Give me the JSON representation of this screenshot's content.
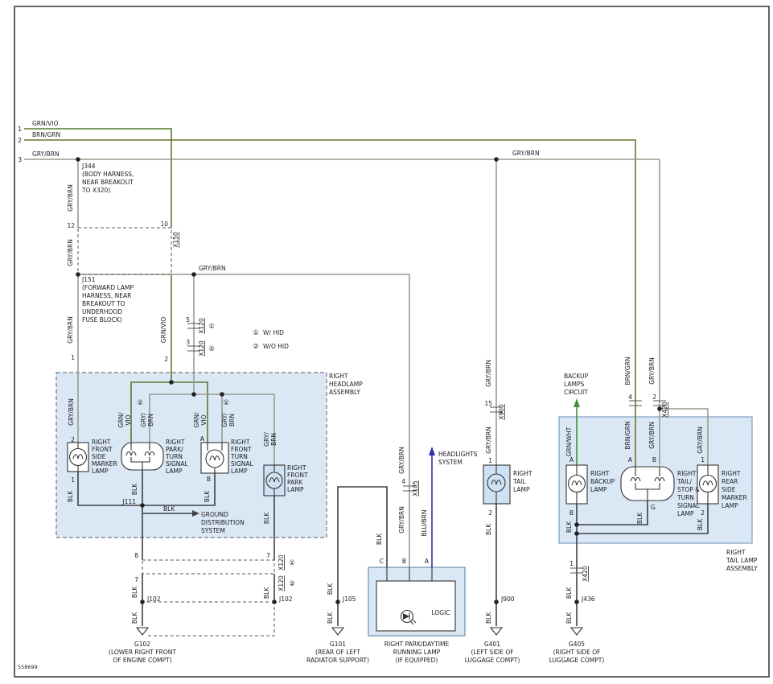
{
  "doc": {
    "number": "558699"
  },
  "colors": {
    "grn_vio": "#567d2e",
    "brn_grn": "#75712c",
    "gry_brn": "#9a9a8a",
    "grn_wht": "#44913c",
    "blu_brn": "#2f2fae",
    "blk": "#404040",
    "assembly_fill": "#dae8f6",
    "lamp_fill": "#cfe2f4"
  },
  "feeds": {
    "pin1": "1",
    "wire1": "GRN/VIO",
    "pin2": "2",
    "wire2": "BRN/GRN",
    "pin3": "3",
    "wire3": "GRY/BRN",
    "wire3_right": "GRY/BRN"
  },
  "j344": {
    "name": "J344",
    "desc": [
      "(BODY HARNESS,",
      "NEAR BREAKOUT",
      "TO X320)"
    ]
  },
  "left_drop": {
    "wire_upper": "GRY/BRN",
    "pin12": "12",
    "wire_mid": "GRY/BRN",
    "wire_lower": "GRY/BRN",
    "pin1": "1",
    "wire_box": "GRY/BRN",
    "pin2": "2"
  },
  "x150": {
    "pin10": "10",
    "name": "X150"
  },
  "j151": {
    "name": "J151",
    "desc": [
      "(FORWARD LAMP",
      "HARNESS, NEAR",
      "BREAKOUT TO",
      "UNDERHOOD",
      "FUSE BLOCK)"
    ]
  },
  "grn_drop": {
    "wire": "GRN/VIO",
    "pin2": "2"
  },
  "mid_bus": {
    "wire": "GRY/BRN"
  },
  "x120_top": {
    "pin5": "5",
    "name_a": "X120",
    "sym1": "①",
    "pin3": "3",
    "name_b": "X120",
    "sym2": "②"
  },
  "legend": {
    "sym1": "①",
    "label1": "W/ HID",
    "sym2": "②",
    "label2": "W/O HID"
  },
  "headlamp": {
    "title": [
      "RIGHT",
      "HEADLAMP",
      "ASSEMBLY"
    ],
    "marker": {
      "name": [
        "RIGHT",
        "FRONT",
        "SIDE",
        "MARKER",
        "LAMP"
      ],
      "pin_bot": "1",
      "blk": "BLK"
    },
    "parkturn": {
      "sym": "②",
      "feed_a": [
        "GRN/",
        "VIO"
      ],
      "feed_b": [
        "GRY/",
        "BRN"
      ],
      "name": [
        "RIGHT",
        "PARK/",
        "TURN",
        "SIGNAL",
        "LAMP"
      ],
      "blk": "BLK"
    },
    "turn": {
      "sym": "①",
      "feed_a": [
        "GRN/",
        "VIO"
      ],
      "pin_a": "A",
      "feed_b": [
        "GRY/",
        "BRN"
      ],
      "name": [
        "RIGHT",
        "FRONT",
        "TURN",
        "SIGNAL",
        "LAMP"
      ],
      "pin_b": "B",
      "blk": "BLK"
    },
    "park": {
      "feed": [
        "GRY/",
        "BRN"
      ],
      "name": [
        "RIGHT",
        "FRONT",
        "PARK",
        "LAMP"
      ],
      "blk": "BLK"
    },
    "j111": {
      "name": "J111",
      "blk": "BLK",
      "dest": [
        "GROUND",
        "DISTRIBUTION",
        "SYSTEM"
      ]
    }
  },
  "exit_left": {
    "pin8": "8",
    "pin7": "7",
    "blk1": "BLK",
    "j102": "J102",
    "blk2": "BLK",
    "g102": "G102",
    "desc": [
      "(LOWER RIGHT FRONT",
      "OF ENGINE COMPT)"
    ]
  },
  "exit_park": {
    "pin7": "7",
    "x120a": "X120",
    "sym1": "①",
    "x120b": "X120",
    "sym2": "②",
    "blk": "BLK",
    "j102": "J102"
  },
  "drl": {
    "feed": "GRY/BRN",
    "pin4": "4",
    "x105": "X105",
    "feed2": "GRY/BRN",
    "headlights": [
      "HEADLIGHTS",
      "SYSTEM"
    ],
    "blu": "BLU/BRN",
    "blk_c": "BLK",
    "pin_c": "C",
    "pin_b": "B",
    "pin_a": "A",
    "logic": "LOGIC",
    "name": [
      "RIGHT PARK/DAYTIME",
      "RUNNING LAMP",
      "(IF EQUIPPED)"
    ],
    "blk1": "BLK",
    "j105": "J105",
    "blk2": "BLK",
    "g101": "G101",
    "desc": [
      "(REAR OF LEFT",
      "RADIATOR SUPPORT)"
    ]
  },
  "tail": {
    "wire1": "GRY/BRN",
    "pin15": "15",
    "x900": "X900",
    "wire2": "GRY/BRN",
    "pin1": "1",
    "name": [
      "RIGHT",
      "TAIL",
      "LAMP"
    ],
    "pin2": "2",
    "blk1": "BLK",
    "j900": "J900",
    "blk2": "BLK",
    "g401": "G401",
    "desc": [
      "(LEFT SIDE OF",
      "LUGGAGE COMPT)"
    ]
  },
  "tail_asm": {
    "circuit": [
      "BACKUP",
      "LAMPS",
      "CIRCUIT"
    ],
    "grn_wht": "GRN/WHT",
    "pin_a_bu": "A",
    "brn_grn1": "BRN/GRN",
    "pin4": "4",
    "brn_grn2": "BRN/GRN",
    "pin_a": "A",
    "gry_brn1": "GRY/BRN",
    "pin2": "2",
    "x420": "X420",
    "gry_brn2": "GRY/BRN",
    "pin_b": "B",
    "gry_brn3": "GRY/BRN",
    "pin1": "1",
    "backup": {
      "name": [
        "RIGHT",
        "BACKUP",
        "LAMP"
      ],
      "pin_b": "B",
      "blk": "BLK"
    },
    "tailstop": {
      "name": [
        "RIGHT",
        "TAIL/",
        "STOP &",
        "TURN",
        "SIGNAL",
        "LAMP"
      ],
      "pin_g": "G",
      "blk": "BLK"
    },
    "marker": {
      "name": [
        "RIGHT",
        "REAR",
        "SIDE",
        "MARKER",
        "LAMP"
      ],
      "pin2": "2",
      "blk": "BLK"
    },
    "title": [
      "RIGHT",
      "TAIL LAMP",
      "ASSEMBLY"
    ],
    "exit": {
      "pin1": "1",
      "x420": "X420",
      "blk1": "BLK",
      "j436": "J436",
      "blk2": "BLK",
      "g405": "G405",
      "desc": [
        "(RIGHT SIDE OF",
        "LUGGAGE COMPT)"
      ]
    }
  }
}
